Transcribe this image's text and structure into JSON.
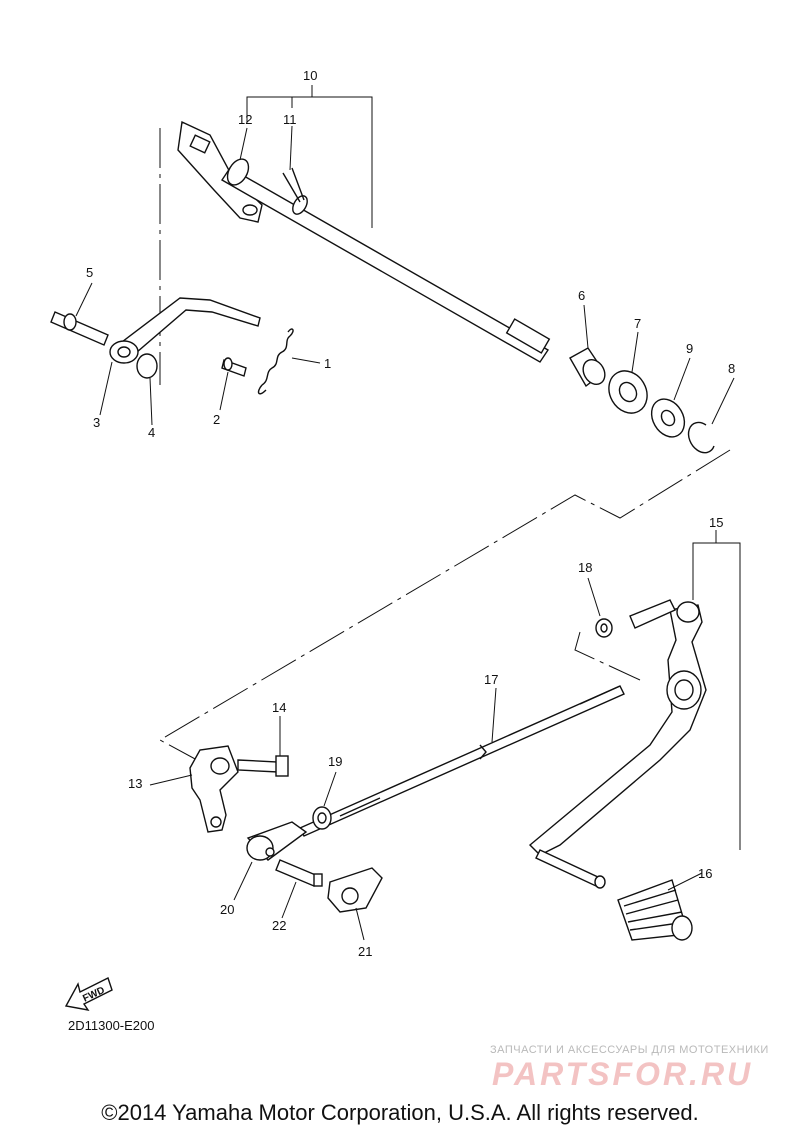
{
  "diagram": {
    "callouts": [
      "1",
      "2",
      "3",
      "4",
      "5",
      "6",
      "7",
      "8",
      "9",
      "10",
      "11",
      "12",
      "13",
      "14",
      "15",
      "16",
      "17",
      "18",
      "19",
      "20",
      "21",
      "22"
    ],
    "fwd_label": "FWD",
    "code": "2D11300-E200"
  },
  "watermark": {
    "tagline": "ЗАПЧАСТИ И АКСЕССУАРЫ ДЛЯ МОТОТЕХНИКИ",
    "logo": "PARTSFOR.RU"
  },
  "footer": {
    "copyright": "©2014 Yamaha Motor Corporation, U.S.A. All rights reserved."
  }
}
